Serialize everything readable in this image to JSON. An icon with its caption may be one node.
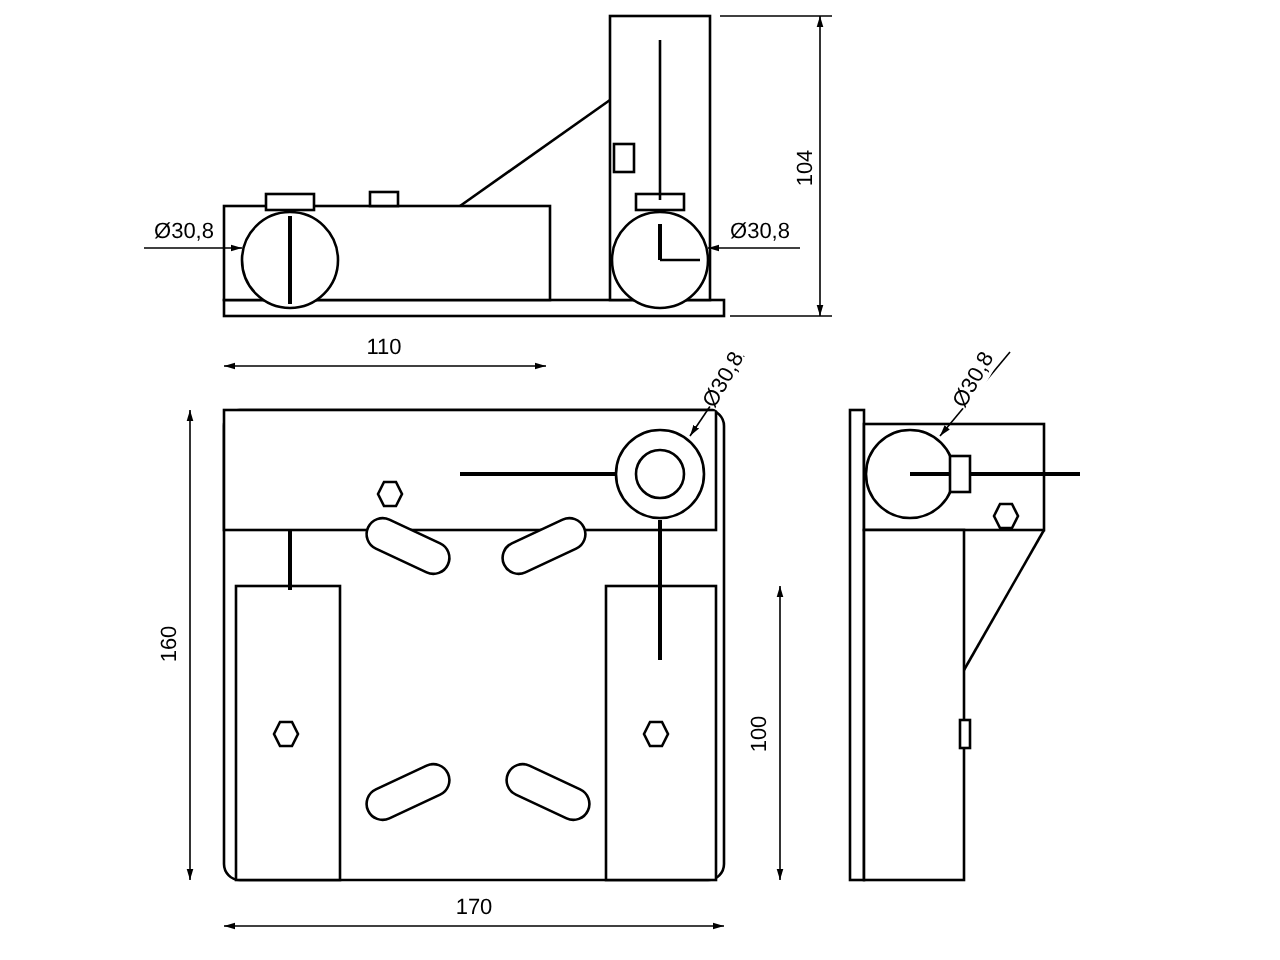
{
  "diagram": {
    "labels": [
      "Ø30,8",
      "Ø30,8",
      "104",
      "110",
      "Ø30,8",
      "Ø30,8",
      "160",
      "100",
      "170"
    ]
  }
}
